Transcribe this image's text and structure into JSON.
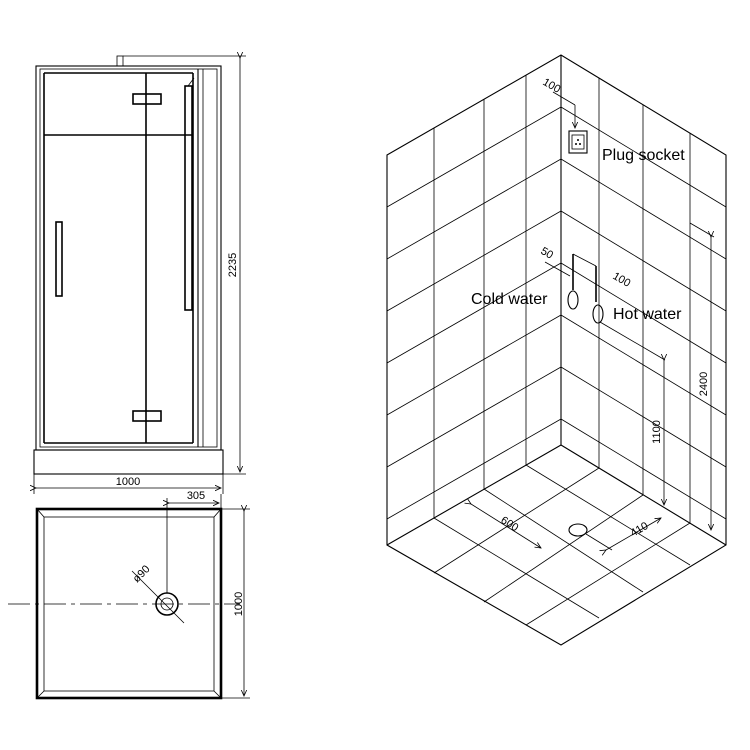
{
  "front_view": {
    "height_label": "2235",
    "width_label": "1000"
  },
  "tray_plan": {
    "width_label": "1000",
    "waste_offset_label": "305",
    "depth_label": "1000",
    "waste_diameter_label": "ø90"
  },
  "installation_view": {
    "plug_socket_label": "Plug socket",
    "plug_offset_label": "100",
    "cold_water_label": "Cold water",
    "hot_water_label": "Hot water",
    "valve_offset_label": "50",
    "valve_spacing_label": "100",
    "valve_height_label": "1100",
    "wall_height_label": "2400",
    "waste_x_label": "600",
    "waste_y_label": "410"
  }
}
